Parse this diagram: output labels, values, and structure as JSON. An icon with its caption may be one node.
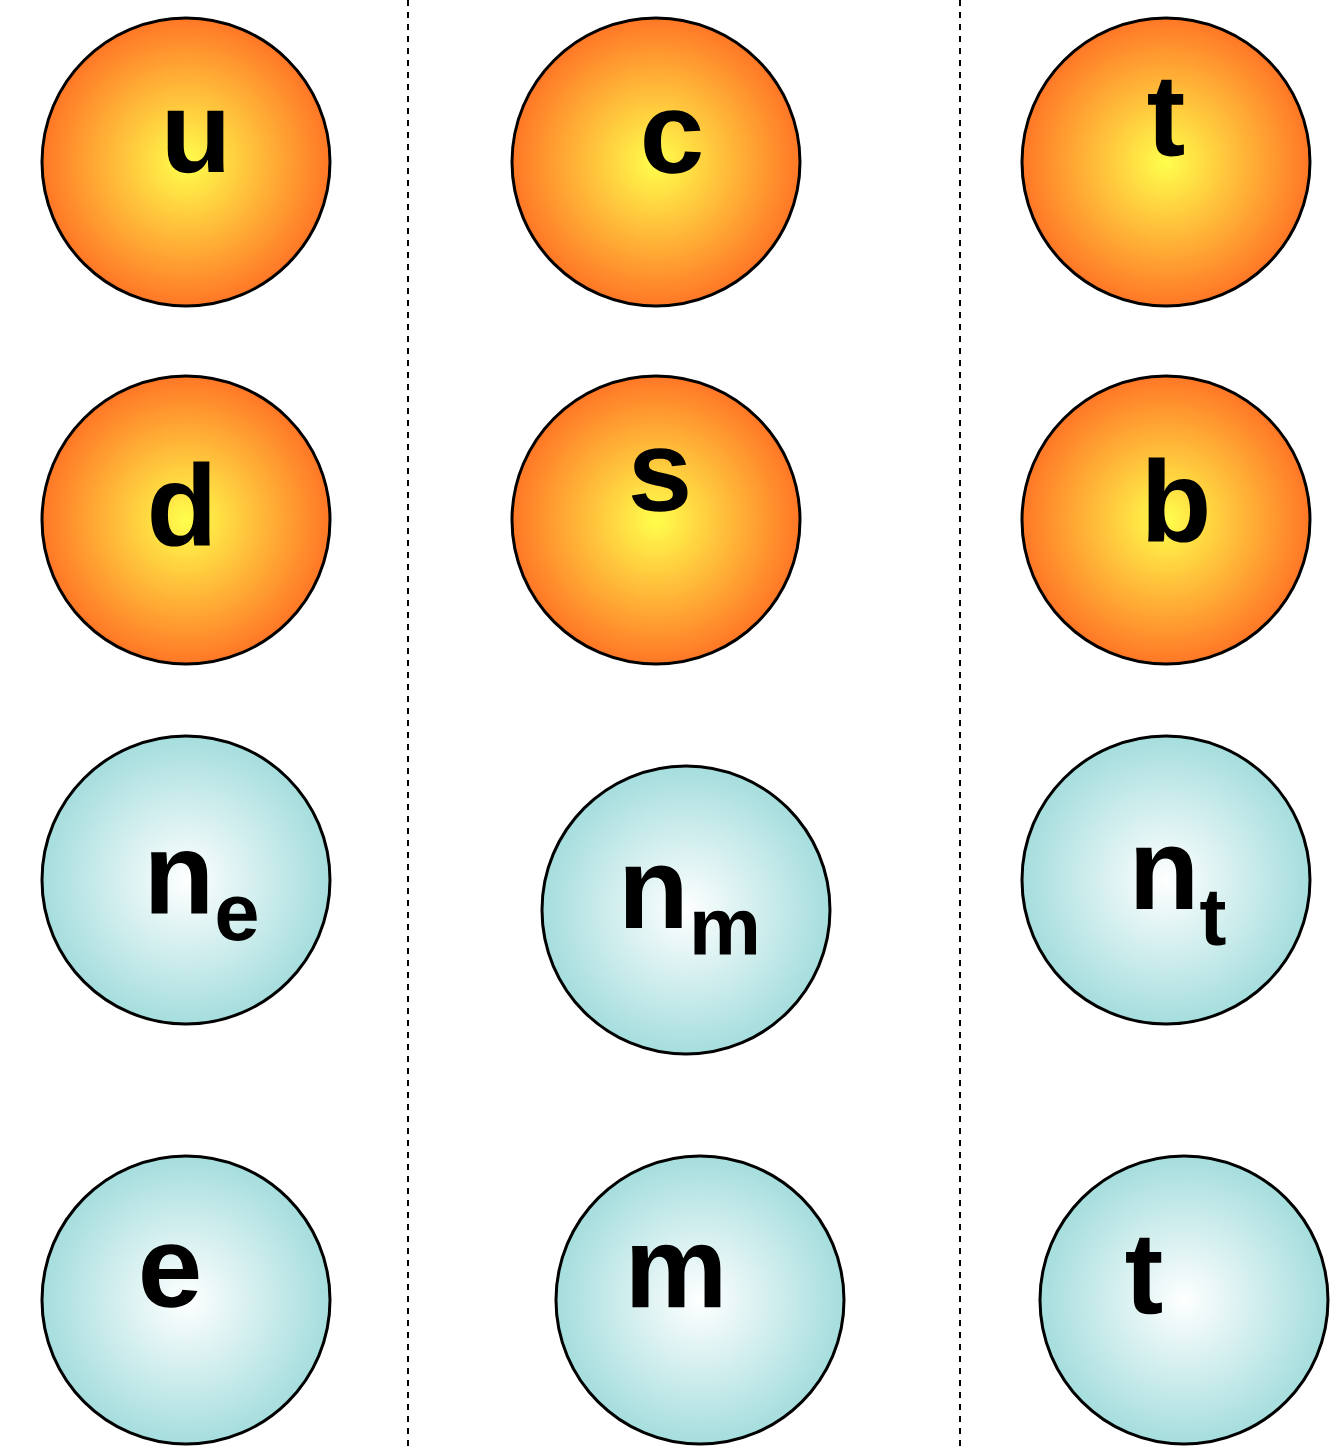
{
  "diagram": {
    "nodes": [
      {
        "text": [
          "u"
        ]
      },
      {
        "text": [
          "c"
        ]
      },
      {
        "text": [
          "t"
        ]
      },
      {
        "text": [
          "d"
        ]
      },
      {
        "text": [
          "s"
        ]
      },
      {
        "text": [
          "b"
        ]
      },
      {
        "text": [
          "n$_{e}$"
        ]
      },
      {
        "text": [
          "n$_{m}$"
        ]
      },
      {
        "text": [
          "n$_{t}$"
        ]
      },
      {
        "text": [
          "e"
        ]
      },
      {
        "text": [
          "m"
        ]
      },
      {
        "text": [
          "t"
        ]
      }
    ]
  }
}
